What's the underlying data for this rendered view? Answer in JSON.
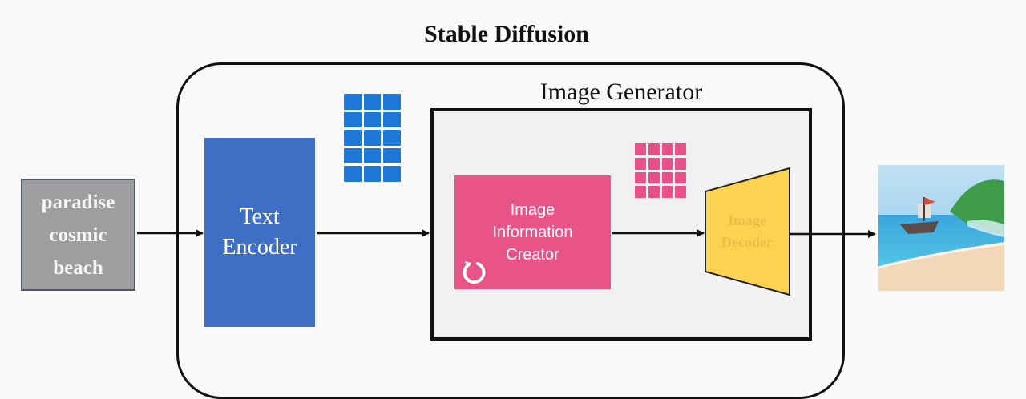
{
  "diagram": {
    "title": "Stable Diffusion",
    "generator_label": "Image Generator",
    "prompt_lines": [
      "paradise",
      "cosmic",
      "beach"
    ],
    "encoder_lines": [
      "Text",
      "Encoder"
    ],
    "creator_lines": [
      "Image",
      "Information",
      "Creator"
    ],
    "decoder_lines": [
      "Image",
      "Decoder"
    ],
    "colors": {
      "prompt_box": "#9f9d9d",
      "text_encoder": "#3f6fc4",
      "token_embeddings": "#1e78d8",
      "information_creator": "#e85488",
      "latents": "#e8508a",
      "image_decoder": "#fcd351"
    },
    "icons": {
      "loop": "refresh-icon",
      "output": "generated-beach-image"
    }
  }
}
